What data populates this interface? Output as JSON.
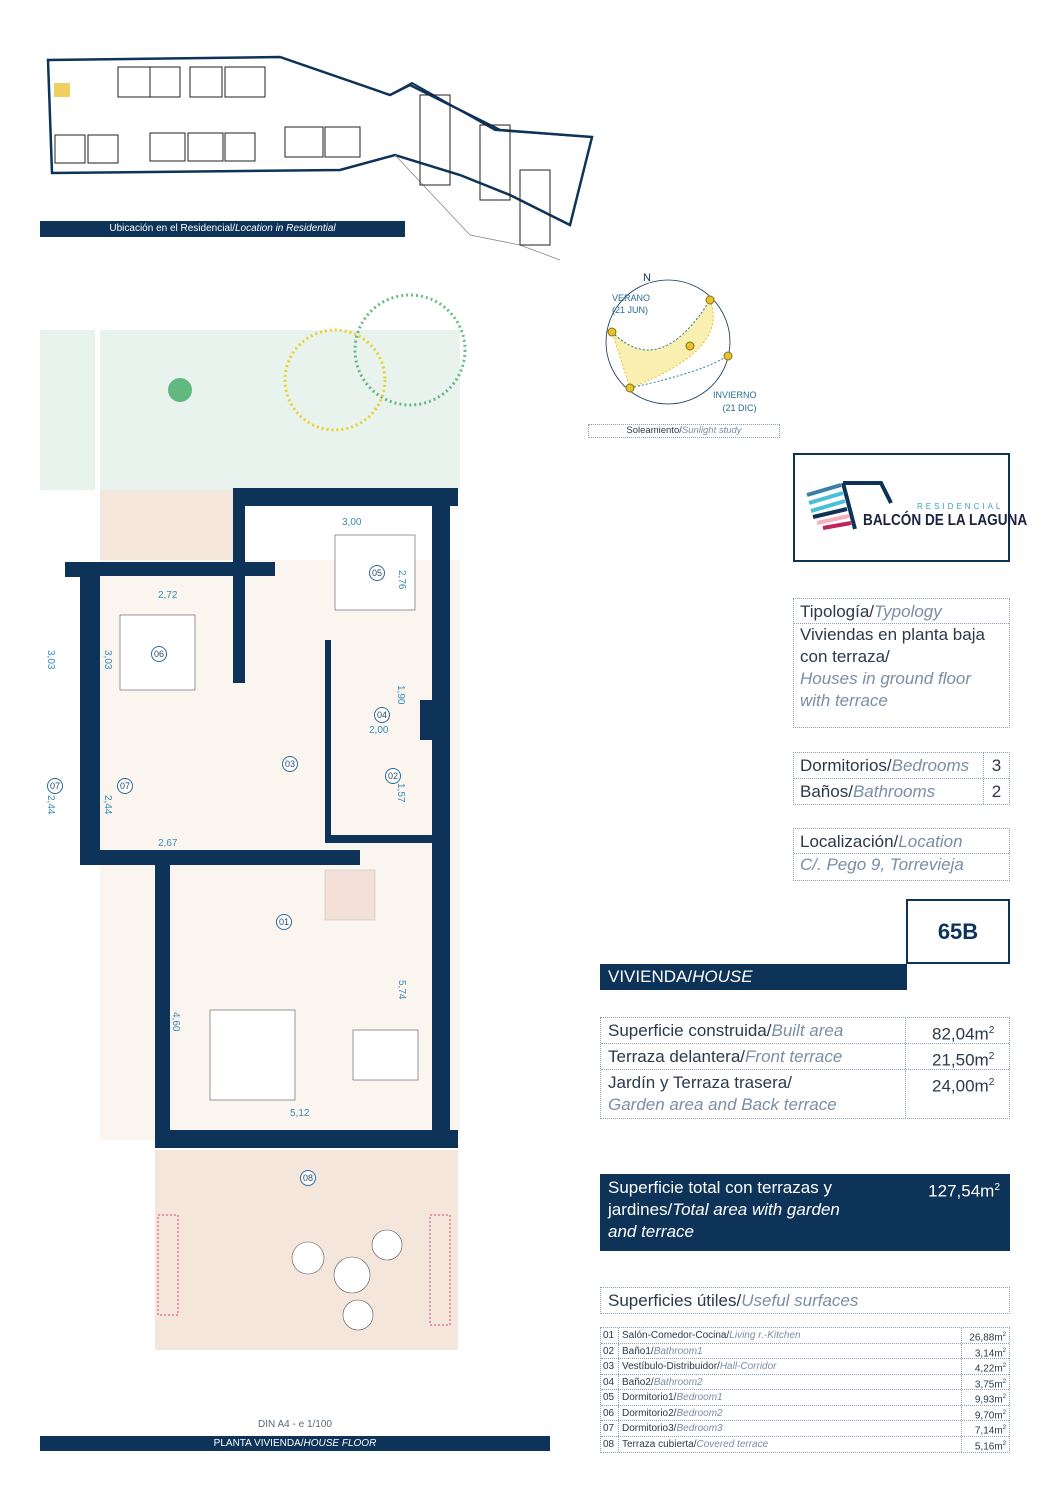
{
  "location_banner": {
    "es": "Ubicación en el Residencial/",
    "en": "Location in Residential"
  },
  "sun": {
    "north": "N",
    "summer": "VERANO",
    "summer_date": "(21 JUN)",
    "winter": "INVIERNO",
    "winter_date": "(21 DIC)",
    "caption_es": "Soleamiento/",
    "caption_en": "Sunlight study"
  },
  "logo": {
    "top": "RESIDENCIAL",
    "name": "BALCÓN DE LA LAGUNA"
  },
  "typology": {
    "label_es": "Tipología/",
    "label_en": "Typology",
    "value_es": "Viviendas en planta baja con terraza/",
    "value_en": "Houses in ground floor with terrace"
  },
  "rooms": [
    {
      "es": "Dormitorios/",
      "en": "Bedrooms",
      "value": "3"
    },
    {
      "es": "Baños/",
      "en": "Bathrooms",
      "value": "2"
    }
  ],
  "location": {
    "label_es": "Localización/",
    "label_en": "Location",
    "value": "C/. Pego 9, Torrevieja"
  },
  "unit_code": "65B",
  "house_bar": {
    "es": "VIVIENDA/",
    "en": "HOUSE"
  },
  "areas": [
    {
      "es": "Superficie construida/",
      "en": "Built area",
      "value": "82,04m",
      "sup": "2"
    },
    {
      "es": "Terraza delantera/",
      "en": "Front terrace",
      "value": "21,50m",
      "sup": "2"
    },
    {
      "es": "Jardín y Terraza trasera/",
      "en": "Garden area and Back terrace",
      "value": "24,00m",
      "sup": "2"
    }
  ],
  "total": {
    "es": "Superficie total con terrazas y jardines/",
    "en": "Total area with garden and terrace",
    "value": "127,54m",
    "sup": "2"
  },
  "useful": {
    "es": "Superficies útiles/",
    "en": "Useful surfaces",
    "items": [
      {
        "n": "01",
        "es": "Salón-Comedor-Cocina/",
        "en": "Living r.-Kitchen",
        "v": "26,88m"
      },
      {
        "n": "02",
        "es": "Baño1/",
        "en": "Bathroom1",
        "v": "3,14m"
      },
      {
        "n": "03",
        "es": "Vestíbulo-Distribuidor/",
        "en": "Hall-Corridor",
        "v": "4,22m"
      },
      {
        "n": "04",
        "es": "Baño2/",
        "en": "Bathroom2",
        "v": "3,75m"
      },
      {
        "n": "05",
        "es": "Dormitorio1/",
        "en": "Bedroom1",
        "v": "9,93m"
      },
      {
        "n": "06",
        "es": "Dormitorio2/",
        "en": "Bedroom2",
        "v": "9,70m"
      },
      {
        "n": "07",
        "es": "Dormitorio3/",
        "en": "Bedroom3",
        "v": "7,14m"
      },
      {
        "n": "08",
        "es": "Terraza cubierta/",
        "en": "Covered terrace",
        "v": "5,16m"
      }
    ]
  },
  "plan": {
    "scale": "DIN A4 - e 1/100",
    "banner_es": "PLANTA VIVIENDA/",
    "banner_en": "HOUSE FLOOR",
    "room_tags": [
      "05",
      "06",
      "04",
      "03",
      "02",
      "07",
      "07",
      "01",
      "08"
    ],
    "dims": [
      "3,00",
      "2,76",
      "2,72",
      "3,03",
      "3,03",
      "1,90",
      "2,00",
      "1,57",
      "2,44",
      "2,44",
      "2,67",
      "5,74",
      "4,60",
      "5,12"
    ]
  }
}
